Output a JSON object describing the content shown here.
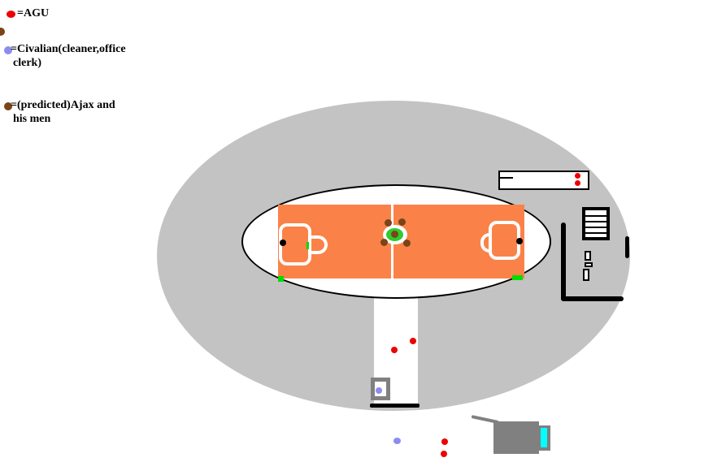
{
  "title": "stadium-assault-plan-paint-drawing",
  "legend": {
    "agu": {
      "label": "=AGU",
      "color": "#ee0000"
    },
    "civilian": {
      "label_line1": "=Civalian(cleaner,office",
      "label_line2": "clerk)",
      "color": "#8c8cf0"
    },
    "ajax": {
      "label_line1": "=(predicted)Ajax and",
      "label_line2": "his men",
      "color": "#7b4318"
    }
  },
  "colors": {
    "agu_red": "#ee0000",
    "civilian_purple": "#8c8cf0",
    "ajax_brown": "#7b4318",
    "stand_gray": "#c3c3c3",
    "field_orange": "#fa8248",
    "center_green": "#2ecc2e",
    "corner_green": "#00dd00",
    "marking_white": "#ffffff",
    "structure_gray": "#808080",
    "truck_window_cyan": "#00ffff",
    "outline_black": "#000000",
    "background": "#ffffff"
  },
  "scene": {
    "agu_marker_count": 6,
    "civilian_marker_count": 2,
    "ajax_marker_count": 6
  }
}
